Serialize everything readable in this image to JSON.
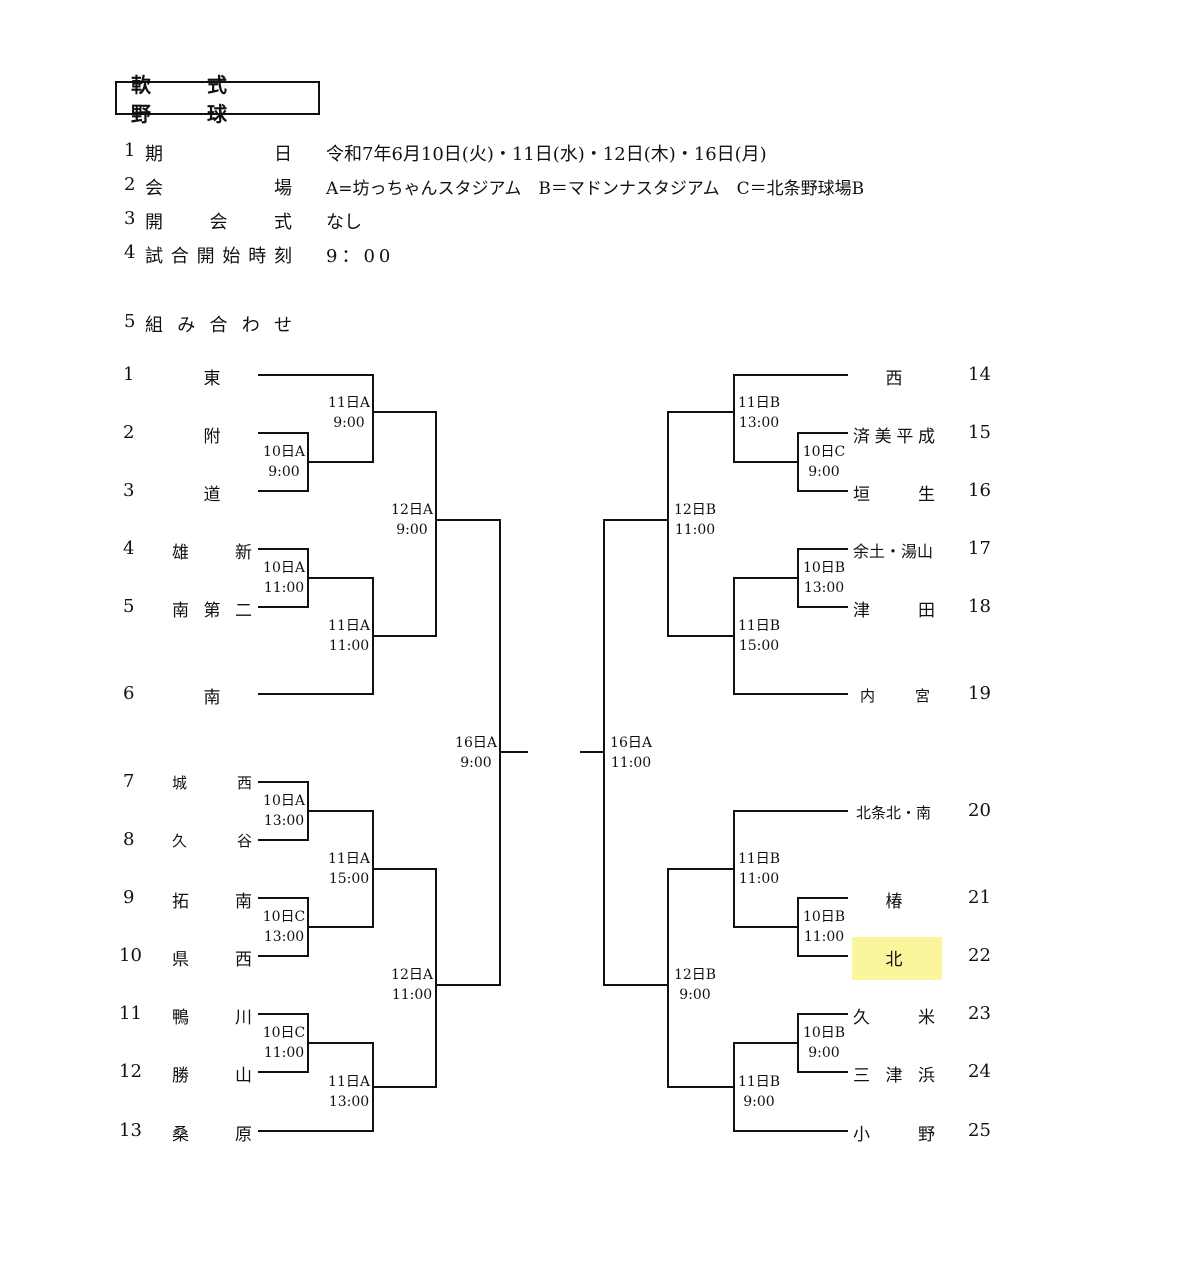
{
  "title": "軟　式　野　球",
  "info": [
    {
      "no": "1",
      "label": "期　　　　日",
      "value": "令和7年6月10日(火)・11日(水)・12日(木)・16日(月)"
    },
    {
      "no": "2",
      "label": "会　　　　場",
      "value": "A=坊っちゃんスタジアム　B＝マドンナスタジアム　C＝北条野球場B"
    },
    {
      "no": "3",
      "label": "開　会　式",
      "value": "なし"
    },
    {
      "no": "4",
      "label": "試合開始時刻",
      "value": "9：00"
    }
  ],
  "section5": {
    "no": "5",
    "label": "組み合わせ"
  },
  "left_teams": [
    {
      "no": "1",
      "name": "東"
    },
    {
      "no": "2",
      "name": "附"
    },
    {
      "no": "3",
      "name": "道"
    },
    {
      "no": "4",
      "name": "雄　新"
    },
    {
      "no": "5",
      "name": "南第二"
    },
    {
      "no": "6",
      "name": "南"
    },
    {
      "no": "7",
      "name": "城　西"
    },
    {
      "no": "8",
      "name": "久　谷"
    },
    {
      "no": "9",
      "name": "拓　南"
    },
    {
      "no": "10",
      "name": "県　西"
    },
    {
      "no": "11",
      "name": "鴨　川"
    },
    {
      "no": "12",
      "name": "勝　山"
    },
    {
      "no": "13",
      "name": "桑　原"
    }
  ],
  "right_teams": [
    {
      "no": "14",
      "name": "西"
    },
    {
      "no": "15",
      "name": "済美平成"
    },
    {
      "no": "16",
      "name": "垣　生"
    },
    {
      "no": "17",
      "name": "余土・湯山"
    },
    {
      "no": "18",
      "name": "津　田"
    },
    {
      "no": "19",
      "name": "内　宮"
    },
    {
      "no": "20",
      "name": "北条北・南"
    },
    {
      "no": "21",
      "name": "椿"
    },
    {
      "no": "22",
      "name": "北"
    },
    {
      "no": "23",
      "name": "久　米"
    },
    {
      "no": "24",
      "name": "三津浜"
    },
    {
      "no": "25",
      "name": "小　野"
    }
  ],
  "matches": {
    "m1": {
      "day": "10日A",
      "time": "9:00"
    },
    "m2": {
      "day": "11日A",
      "time": "9:00"
    },
    "m3": {
      "day": "10日A",
      "time": "11:00"
    },
    "m4": {
      "day": "11日A",
      "time": "11:00"
    },
    "m5": {
      "day": "12日A",
      "time": "9:00"
    },
    "m6": {
      "day": "10日A",
      "time": "13:00"
    },
    "m7": {
      "day": "10日C",
      "time": "13:00"
    },
    "m8": {
      "day": "11日A",
      "time": "15:00"
    },
    "m9": {
      "day": "10日C",
      "time": "11:00"
    },
    "m10": {
      "day": "11日A",
      "time": "13:00"
    },
    "m11": {
      "day": "12日A",
      "time": "11:00"
    },
    "m12": {
      "day": "16日A",
      "time": "9:00"
    },
    "m13": {
      "day": "10日C",
      "time": "9:00"
    },
    "m14": {
      "day": "11日B",
      "time": "13:00"
    },
    "m15": {
      "day": "10日B",
      "time": "13:00"
    },
    "m16": {
      "day": "11日B",
      "time": "15:00"
    },
    "m17": {
      "day": "12日B",
      "time": "11:00"
    },
    "m18": {
      "day": "10日B",
      "time": "11:00"
    },
    "m19": {
      "day": "11日B",
      "time": "11:00"
    },
    "m20": {
      "day": "10日B",
      "time": "9:00"
    },
    "m21": {
      "day": "11日B",
      "time": "9:00"
    },
    "m22": {
      "day": "12日B",
      "time": "9:00"
    },
    "m23": {
      "day": "16日A",
      "time": "11:00"
    }
  },
  "highlight_color": "#fbf59c"
}
